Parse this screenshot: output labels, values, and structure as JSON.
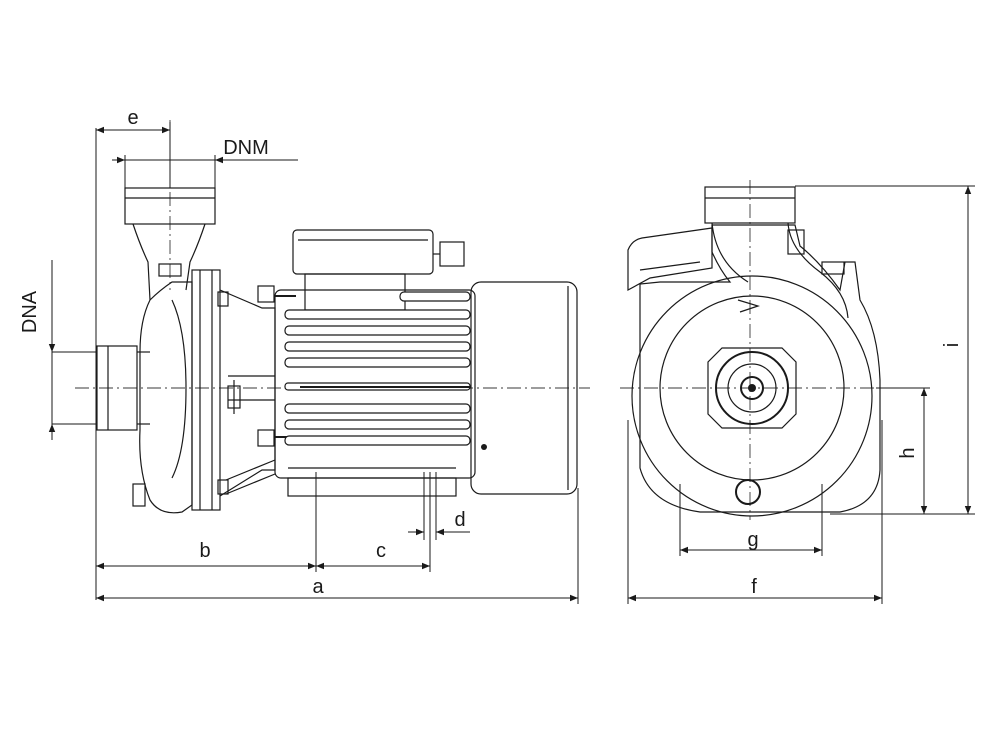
{
  "labels": {
    "e": "e",
    "dnm": "DNM",
    "dna": "DNA",
    "a": "a",
    "b": "b",
    "c": "c",
    "d": "d",
    "f": "f",
    "g": "g",
    "h": "h",
    "i": "i"
  },
  "colors": {
    "line": "#1a1a1a",
    "background": "#ffffff"
  }
}
